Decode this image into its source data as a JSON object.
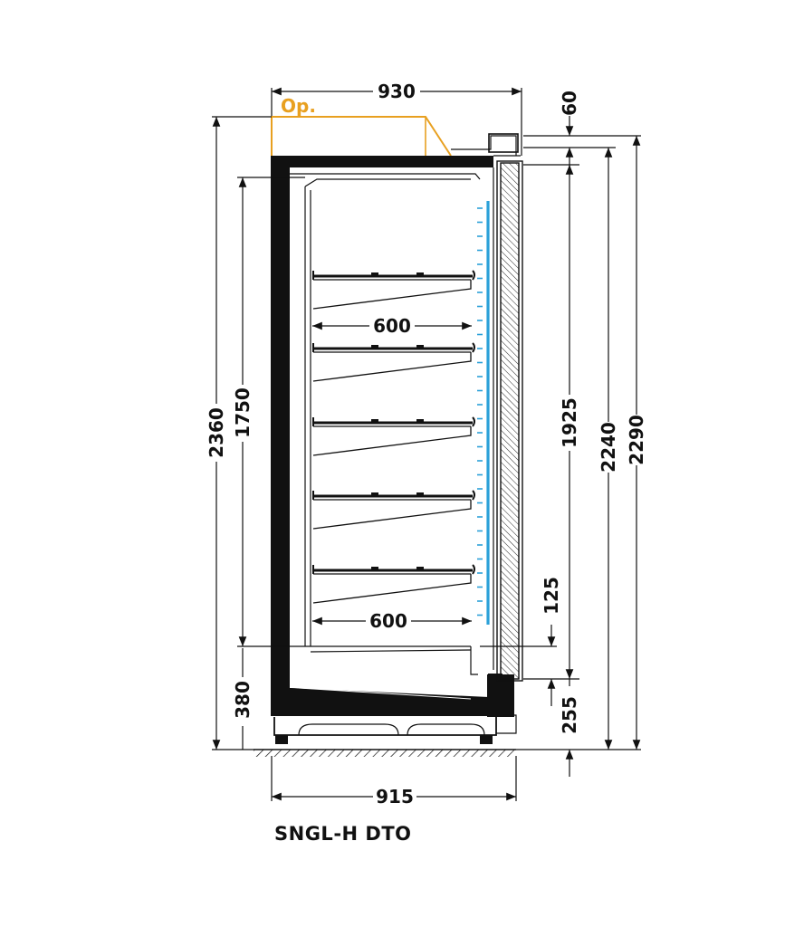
{
  "model": "SNGL-H DTO",
  "labels": {
    "op": "Op.",
    "top_width": "930",
    "bottom_width": "915",
    "shelf_depth_upper": "600",
    "shelf_depth_lower": "600",
    "height_total_left": "2360",
    "height_inner": "1750",
    "height_base": "380",
    "canopy": "60",
    "door_height": "1925",
    "height_2240": "2240",
    "height_2290": "2290",
    "bottom_gap": "125",
    "floor_255": "255"
  },
  "colors": {
    "op_outline": "#e8a020",
    "led_strip": "#2aa0d8",
    "ink": "#111111"
  }
}
